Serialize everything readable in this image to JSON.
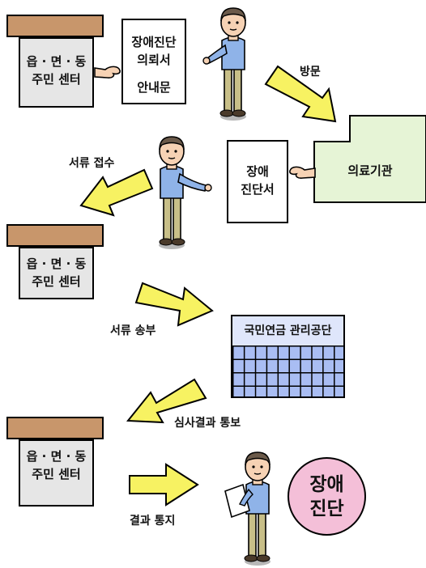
{
  "offices": [
    {
      "line1": "읍 · 면 · 동",
      "line2": "주민 센터"
    },
    {
      "line1": "읍 · 면 · 동",
      "line2": "주민 센터"
    },
    {
      "line1": "읍 · 면 · 동",
      "line2": "주민 센터"
    }
  ],
  "documents": {
    "referral": {
      "line1": "장애진단",
      "line2": "의뢰서",
      "line3": "안내문"
    },
    "diagnosis": {
      "line1": "장애",
      "line2": "진단서"
    }
  },
  "hospital": {
    "label": "의료기관"
  },
  "nps": {
    "label": "국민연금 관리공단"
  },
  "steps": {
    "visit": "방문",
    "submit": "서류 접수",
    "send": "서류 송부",
    "notify_result": "심사결과 통보",
    "notify": "결과 통지"
  },
  "result_badge": {
    "line1": "장애",
    "line2": "진단"
  },
  "colors": {
    "arrow": "#f7f262",
    "office_roof": "#c8966b",
    "office_body": "#e6e6e6",
    "hospital": "#e6f4d6",
    "nps_grid": "#a9bdf3",
    "result_circle": "#f4bfd8"
  }
}
